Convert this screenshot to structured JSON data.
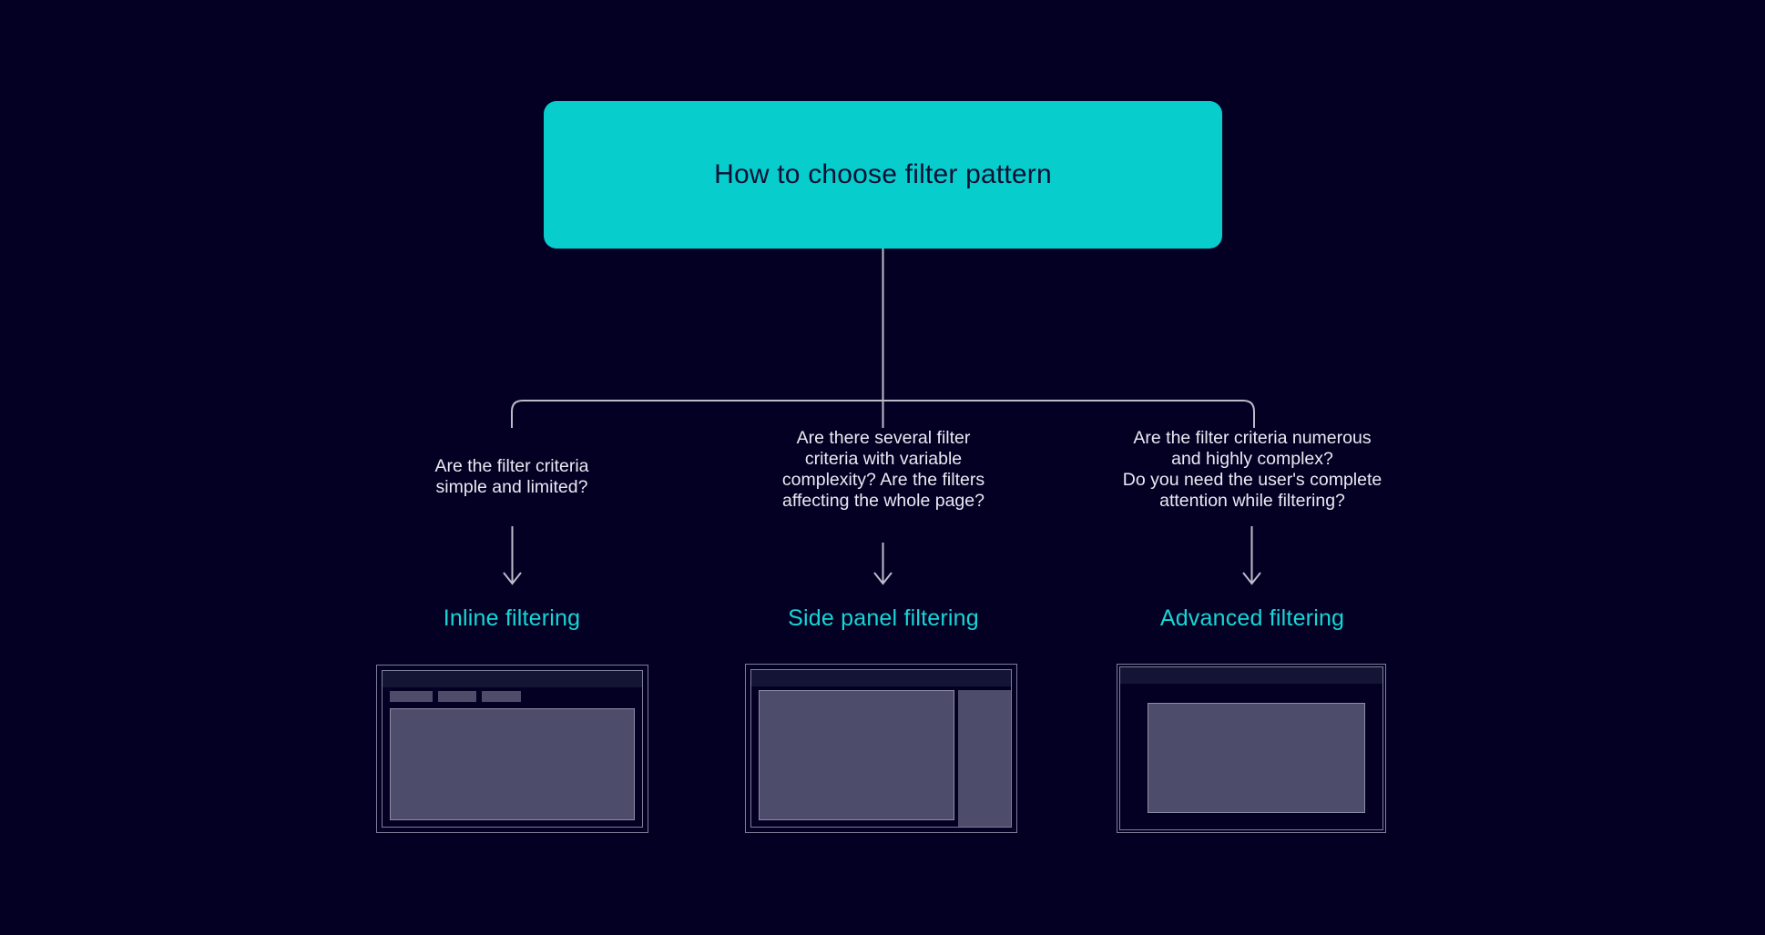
{
  "page": {
    "background_color": "#030024",
    "accent_color": "#07cdcd",
    "outcome_color": "#16d6d6",
    "text_color": "#e9e9f2",
    "connector_color": "#bcbcc9",
    "panel_color": "#4d4d6b",
    "frame_border_color": "#7d7e98"
  },
  "root": {
    "label": "How to choose filter pattern"
  },
  "branches": [
    {
      "id": "inline",
      "question": "Are the filter criteria\nsimple and limited?",
      "outcome": "Inline filtering",
      "thumbnail_name": "inline-filtering-mockup"
    },
    {
      "id": "side-panel",
      "question": "Are there several filter\ncriteria with variable\ncomplexity? Are the filters\naffecting the whole page?",
      "outcome": "Side panel filtering",
      "thumbnail_name": "side-panel-filtering-mockup"
    },
    {
      "id": "advanced",
      "question": "Are the filter criteria numerous\nand highly complex?\nDo you need the user's complete\nattention while filtering?",
      "outcome": "Advanced filtering",
      "thumbnail_name": "advanced-filtering-mockup"
    }
  ]
}
